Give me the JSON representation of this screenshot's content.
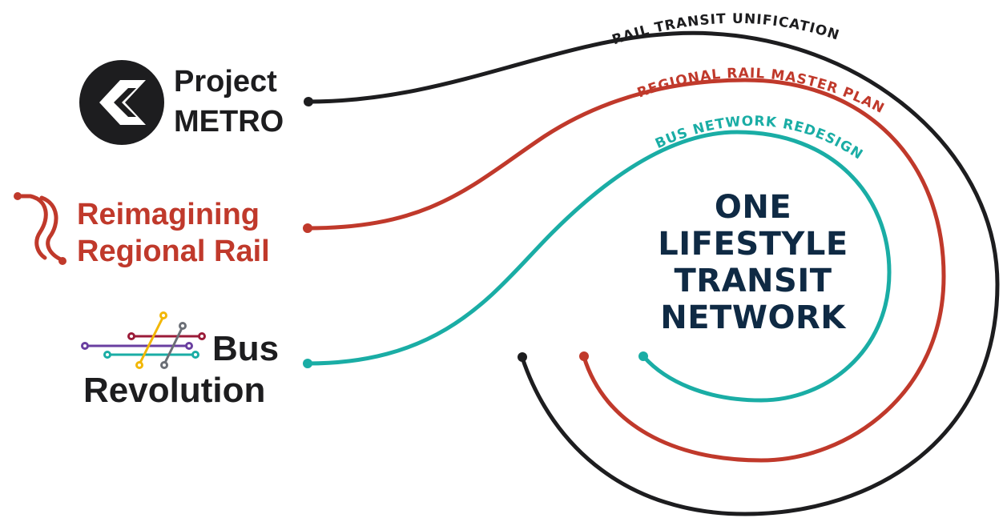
{
  "colors": {
    "black": "#1d1d1f",
    "red": "#c0392b",
    "teal": "#1aada5",
    "navy": "#0f2a44",
    "yellow": "#f2b705",
    "purple": "#6a3fa0",
    "gray": "#6b6f76",
    "maroon": "#9b1b38"
  },
  "center": {
    "line1": "ONE",
    "line2": "LIFESTYLE",
    "line3": "TRANSIT",
    "line4": "NETWORK"
  },
  "arcs": {
    "black": "RAIL TRANSIT UNIFICATION",
    "red": "REGIONAL RAIL MASTER PLAN",
    "teal": "BUS NETWORK REDESIGN"
  },
  "labels": {
    "metro": {
      "line1": "Project",
      "line2": "METRO",
      "icon": "septa-arrow-icon"
    },
    "rail": {
      "line1": "Reimagining",
      "line2": "Regional Rail",
      "icon": "rail-tracks-icon"
    },
    "bus": {
      "line1": "Bus",
      "line2": "Revolution",
      "icon": "bus-network-icon"
    }
  }
}
